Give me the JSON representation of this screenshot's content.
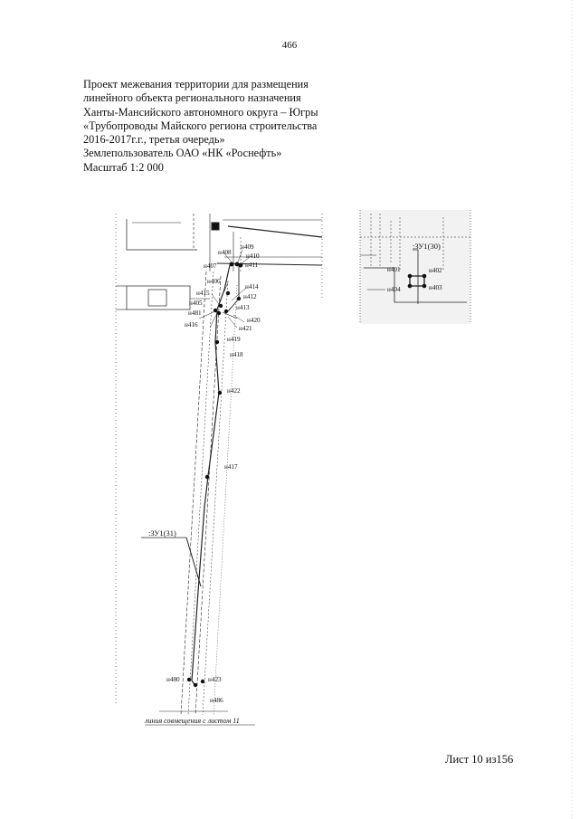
{
  "page_number": "466",
  "header": {
    "lines": [
      "Проект межевания территории для размещения",
      "линейного объекта регионального назначения",
      "Ханты-Мансийского автономного округа – Югры",
      "«Трубопроводы Майского региона строительства",
      "2016-2017г.г., третья очередь»",
      "Землепользователь ОАО «НК «Роснефть»",
      "Масштаб 1:2 000"
    ]
  },
  "main_map": {
    "points": [
      "н408",
      "н409",
      "н410",
      "н407",
      "н411",
      "н406",
      "н414",
      "н415",
      "н412",
      "н405",
      "н413",
      "н481",
      "н420",
      "н416",
      "н421",
      "н419",
      "н418",
      "н422",
      "н417",
      "н480",
      "н423",
      "н486"
    ],
    "parcel_label": ":ЗУ1(31)",
    "caption": "линия совмещения с листом 11"
  },
  "inset_map": {
    "parcel_label": ":ЗУ1(30)",
    "points": [
      "н401",
      "н402",
      "н404",
      "н403"
    ]
  },
  "footer": {
    "sheet": "Лист 10 из156"
  }
}
